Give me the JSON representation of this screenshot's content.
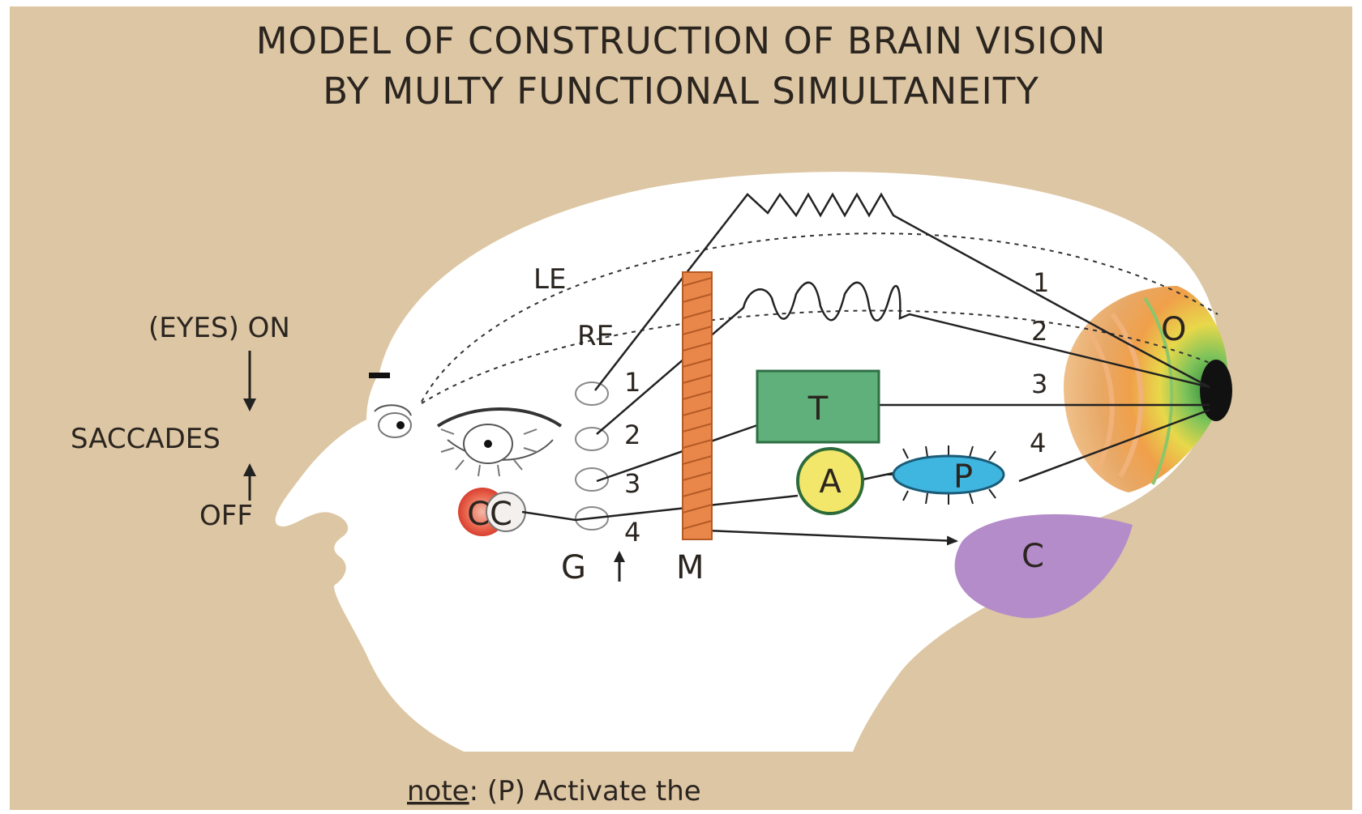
{
  "title": {
    "line1": "MODEL OF CONSTRUCTION OF BRAIN VISION",
    "line2": "BY MULTY FUNCTIONAL SIMULTANEITY"
  },
  "left_labels": {
    "eyes_on": "(EYES) ON",
    "saccades": "SACCADES",
    "off": "OFF"
  },
  "eye_labels": {
    "le": "LE",
    "re": "RE"
  },
  "pathway_numbers_left": [
    "1",
    "2",
    "3",
    "4"
  ],
  "pathway_numbers_right": [
    "1",
    "2",
    "3",
    "4"
  ],
  "nodes": {
    "cc": "CC",
    "g": "G",
    "m": "M",
    "t": "T",
    "a": "A",
    "p": "P",
    "o": "O",
    "c": "C"
  },
  "note": {
    "prefix": "note",
    "text": ": (P) Activate the"
  },
  "colors": {
    "background": "#ddc6a3",
    "head": "#ffffff",
    "m_bar": "#e9874a",
    "t_box": "#5fb07a",
    "a_circle": "#f2e66b",
    "p_ellipse": "#3fb6e0",
    "c_region": "#b48cc9",
    "cc_circle": "#e0553f"
  }
}
